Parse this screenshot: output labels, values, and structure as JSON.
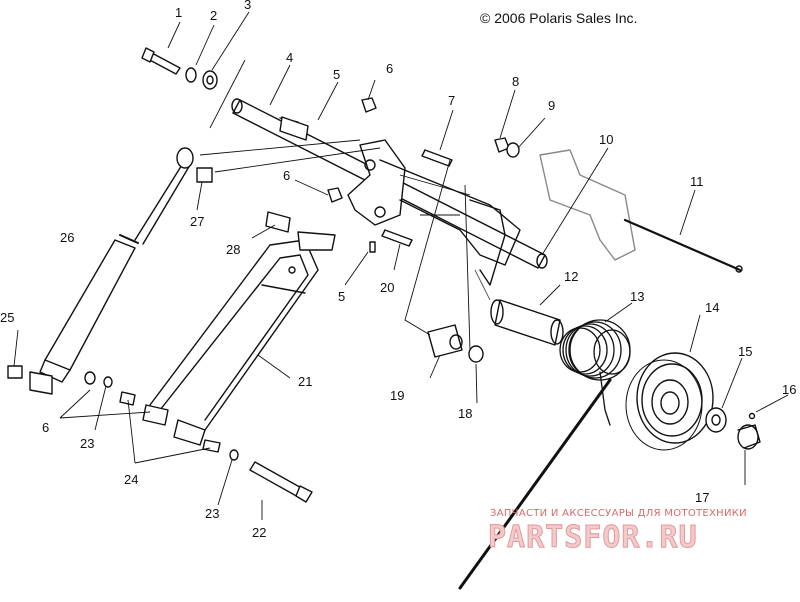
{
  "copyright": "© 2006 Polaris Sales Inc.",
  "watermark": {
    "tagline": "ЗАПЧАСТИ И АКСЕССУАРЫ ДЛЯ МОТОТЕХНИКИ",
    "brand": "PARTSFOR.RU",
    "color": "#e06060"
  },
  "callouts": [
    "1",
    "2",
    "3",
    "4",
    "5",
    "6",
    "7",
    "8",
    "9",
    "10",
    "11",
    "26",
    "27",
    "6",
    "28",
    "5",
    "20",
    "12",
    "13",
    "14",
    "15",
    "16",
    "25",
    "21",
    "19",
    "18",
    "6",
    "23",
    "24",
    "17",
    "23",
    "22"
  ]
}
